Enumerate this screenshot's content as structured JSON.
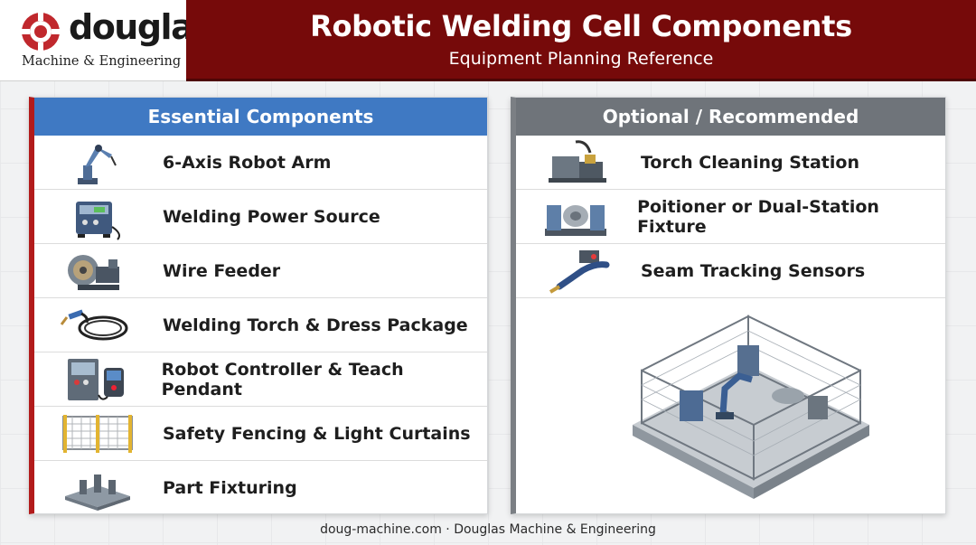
{
  "header": {
    "logo_word": "douglas",
    "logo_sub": "Machine & Engineering",
    "title": "Robotic Welding Cell Components",
    "subtitle": "Equipment Planning Reference",
    "colors": {
      "brand_red": "#760a0a",
      "logo_red": "#c0282d"
    }
  },
  "essential": {
    "heading": "Essential Components",
    "color": "#3f79c3",
    "items": [
      {
        "label": "6-Axis Robot Arm",
        "icon": "robot-arm-icon"
      },
      {
        "label": "Welding Power Source",
        "icon": "power-source-icon"
      },
      {
        "label": "Wire Feeder",
        "icon": "wire-feeder-icon"
      },
      {
        "label": "Welding Torch & Dress Package",
        "icon": "welding-torch-icon"
      },
      {
        "label": "Robot Controller & Teach Pendant",
        "icon": "controller-pendant-icon"
      },
      {
        "label": "Safety Fencing & Light Curtains",
        "icon": "safety-fence-icon"
      },
      {
        "label": "Part Fixturing",
        "icon": "fixture-icon"
      }
    ]
  },
  "optional": {
    "heading": "Optional / Recommended",
    "color": "#6f747a",
    "items": [
      {
        "label": "Torch Cleaning Station",
        "icon": "torch-cleaning-icon"
      },
      {
        "label": "Poitioner or Dual-Station Fixture",
        "icon": "positioner-icon"
      },
      {
        "label": "Seam Tracking Sensors",
        "icon": "seam-sensor-icon"
      }
    ],
    "illustration": "welding-cell-illustration"
  },
  "footer": "doug-machine.com · Douglas Machine & Engineering"
}
